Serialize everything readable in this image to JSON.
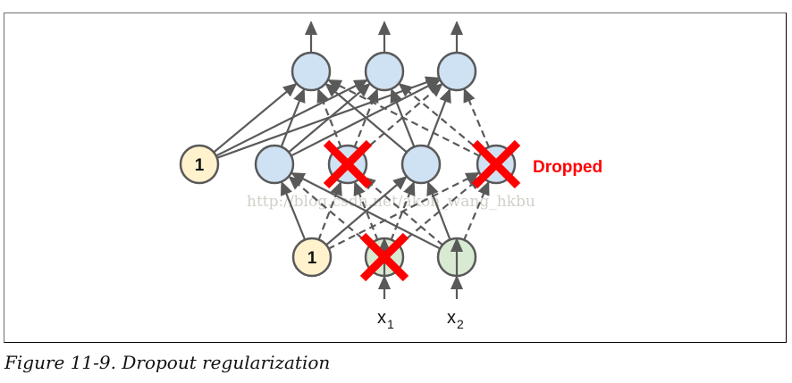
{
  "figure": {
    "caption": "Figure 11-9. Dropout regularization",
    "watermark": "http://blog.csdn.net/akon_wang_hkbu",
    "dropped_label": "Dropped",
    "colors": {
      "neuron_fill": "#cfe2f3",
      "bias_fill": "#fff2cc",
      "input_fill": "#d9ead3",
      "stroke": "#595959",
      "cross": "#ff0000",
      "dropped_text": "#ff0000"
    },
    "layers": {
      "output": [
        {
          "id": "o1",
          "type": "neuron",
          "dropped": false
        },
        {
          "id": "o2",
          "type": "neuron",
          "dropped": false
        },
        {
          "id": "o3",
          "type": "neuron",
          "dropped": false
        }
      ],
      "hidden": [
        {
          "id": "hb",
          "type": "bias",
          "label": "1",
          "dropped": false
        },
        {
          "id": "h1",
          "type": "neuron",
          "dropped": false
        },
        {
          "id": "h2",
          "type": "neuron",
          "dropped": true
        },
        {
          "id": "h3",
          "type": "neuron",
          "dropped": false
        },
        {
          "id": "h4",
          "type": "neuron",
          "dropped": true
        }
      ],
      "input": [
        {
          "id": "ib",
          "type": "bias",
          "label": "1",
          "dropped": false
        },
        {
          "id": "x1",
          "type": "input",
          "label": "x",
          "subscript": "1",
          "dropped": true
        },
        {
          "id": "x2",
          "type": "input",
          "label": "x",
          "subscript": "2",
          "dropped": false
        }
      ]
    }
  }
}
